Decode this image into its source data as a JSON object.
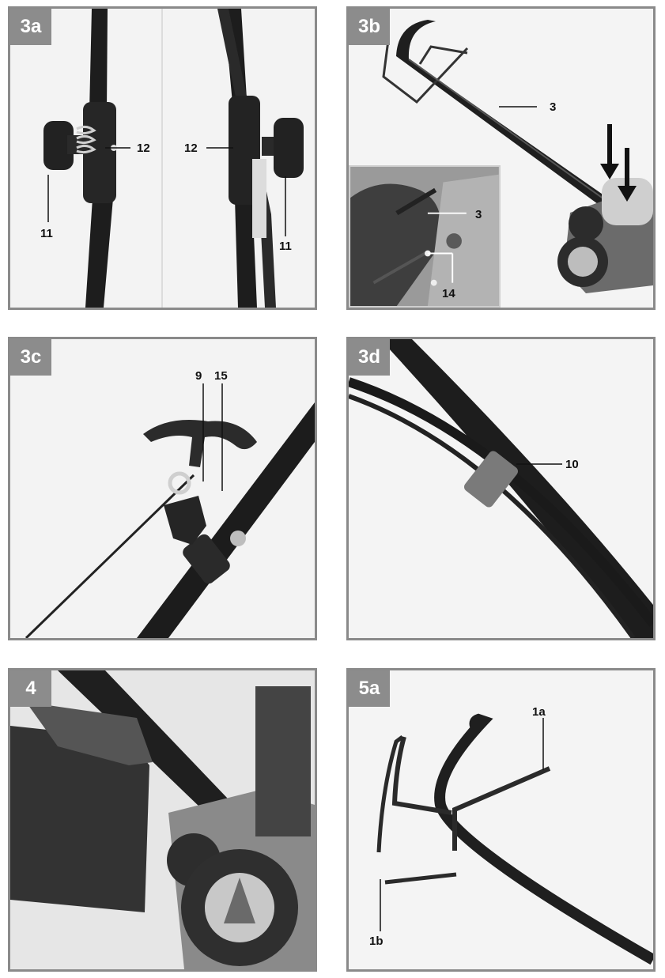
{
  "figures": [
    {
      "id": "3a",
      "label": "3a",
      "callouts": [
        "12",
        "11",
        "12",
        "11"
      ]
    },
    {
      "id": "3b",
      "label": "3b",
      "callouts": [
        "3",
        "3",
        "14"
      ]
    },
    {
      "id": "3c",
      "label": "3c",
      "callouts": [
        "9",
        "15"
      ]
    },
    {
      "id": "3d",
      "label": "3d",
      "callouts": [
        "10"
      ]
    },
    {
      "id": "4",
      "label": "4",
      "callouts": []
    },
    {
      "id": "5a",
      "label": "5a",
      "callouts": [
        "1a",
        "1b"
      ]
    }
  ],
  "colors": {
    "frame": "#8a8a8a",
    "tab": "#8c8c8c",
    "background": "#f4f4f4"
  }
}
